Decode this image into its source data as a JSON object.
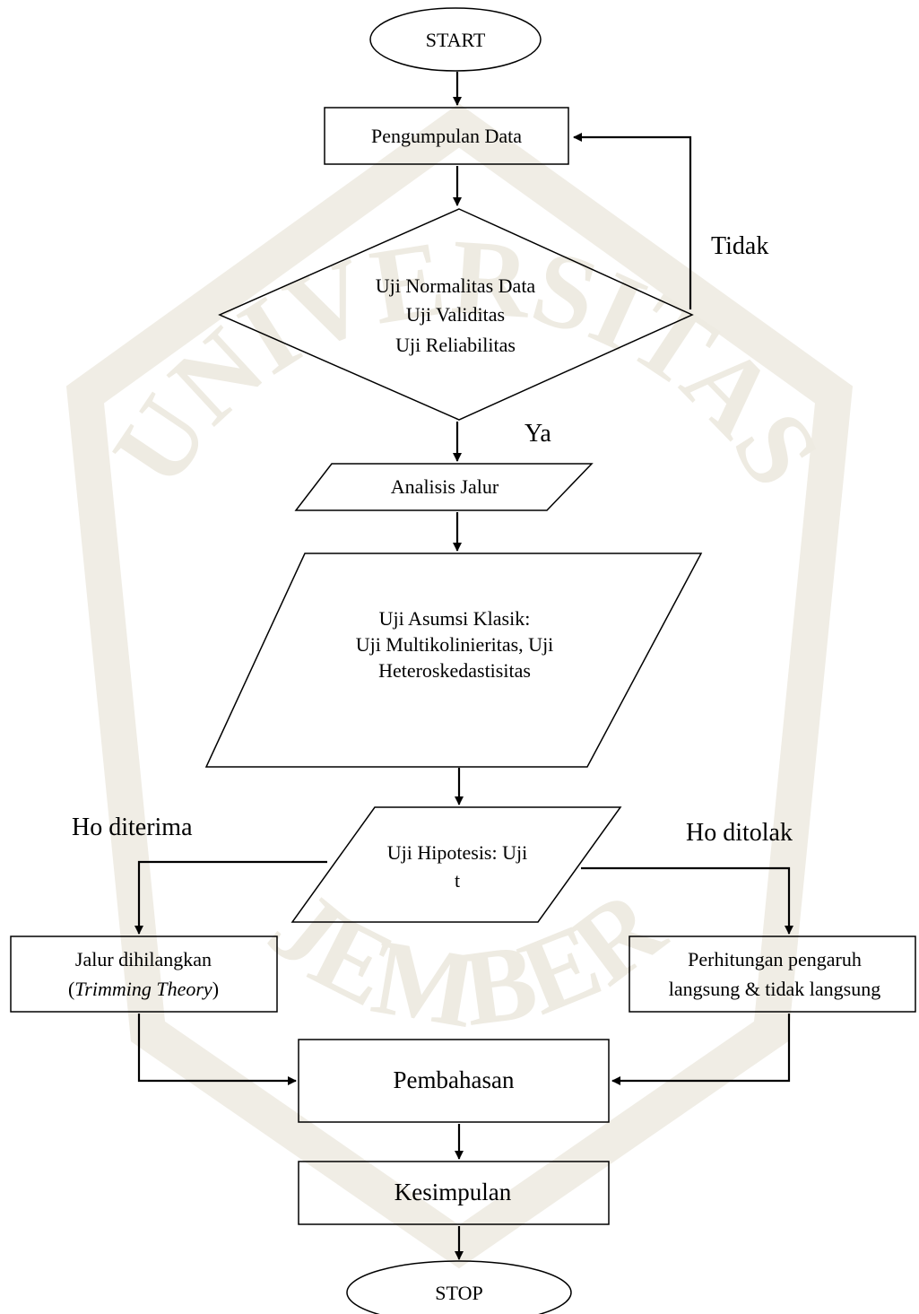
{
  "watermark": {
    "text": "UNIVERSITAS JEMBER",
    "arc_top": "UNIVERSITAS",
    "arc_bottom": "JEMBER"
  },
  "nodes": {
    "start": "START",
    "pengumpulan": "Pengumpulan Data",
    "uji_line1": "Uji Normalitas Data",
    "uji_line2": "Uji Validitas",
    "uji_line3": "Uji Reliabilitas",
    "analisis": "Analisis Jalur",
    "asumsi_line1": "Uji Asumsi Klasik:",
    "asumsi_line2": "Uji Multikolinieritas, Uji",
    "asumsi_line3": "Heteroskedastisitas",
    "hipotesis_line1": "Uji Hipotesis: Uji",
    "hipotesis_line2": "t",
    "jalur_line1": "Jalur dihilangkan",
    "jalur_paren_open": "(",
    "jalur_italic": "Trimming Theory",
    "jalur_paren_close": ")",
    "perhitungan_line1": "Perhitungan pengaruh",
    "perhitungan_line2": "langsung & tidak langsung",
    "pembahasan": "Pembahasan",
    "kesimpulan": "Kesimpulan",
    "stop": "STOP"
  },
  "labels": {
    "tidak": "Tidak",
    "ya": "Ya",
    "ho_diterima": "Ho diterima",
    "ho_ditolak": "Ho ditolak"
  },
  "colors": {
    "stroke": "#000000",
    "watermark": "#eeebe2"
  }
}
